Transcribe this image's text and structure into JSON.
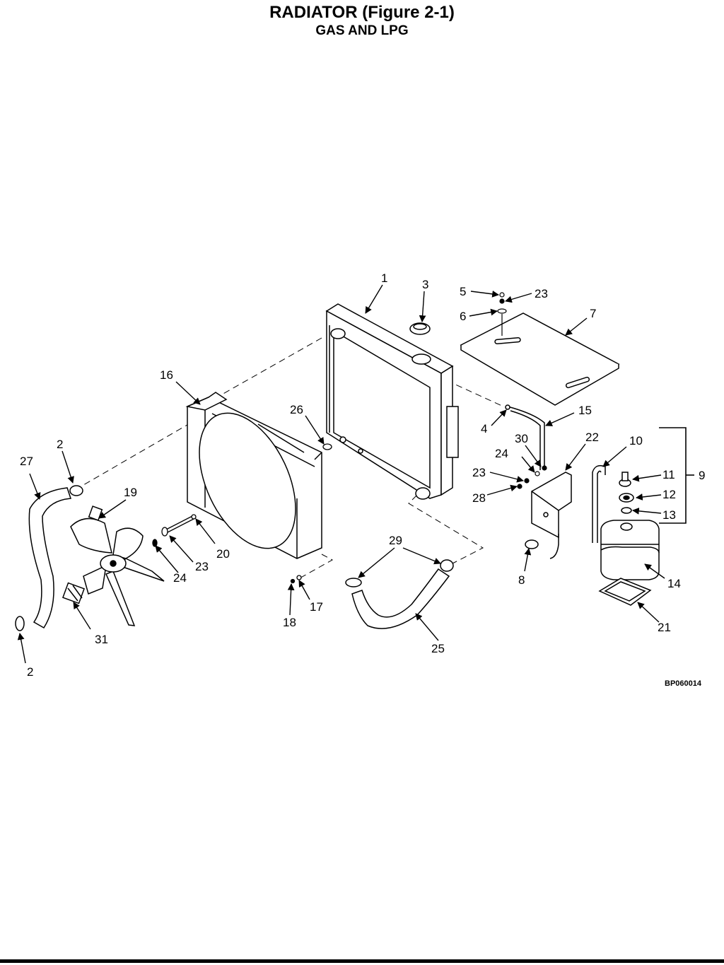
{
  "header": {
    "title": "RADIATOR (Figure 2-1)",
    "subtitle": "GAS AND LPG"
  },
  "figure": {
    "code": "BP060014",
    "callouts": {
      "c1": "1",
      "c2a": "2",
      "c2b": "2",
      "c3": "3",
      "c4": "4",
      "c5": "5",
      "c6": "6",
      "c7": "7",
      "c8": "8",
      "c9": "9",
      "c10": "10",
      "c11": "11",
      "c12": "12",
      "c13": "13",
      "c14": "14",
      "c15": "15",
      "c16": "16",
      "c17": "17",
      "c18": "18",
      "c19": "19",
      "c20": "20",
      "c21": "21",
      "c22": "22",
      "c23a": "23",
      "c23b": "23",
      "c23c": "23",
      "c24a": "24",
      "c24b": "24",
      "c25": "25",
      "c26": "26",
      "c27": "27",
      "c28": "28",
      "c29": "29",
      "c30": "30",
      "c31": "31"
    }
  }
}
